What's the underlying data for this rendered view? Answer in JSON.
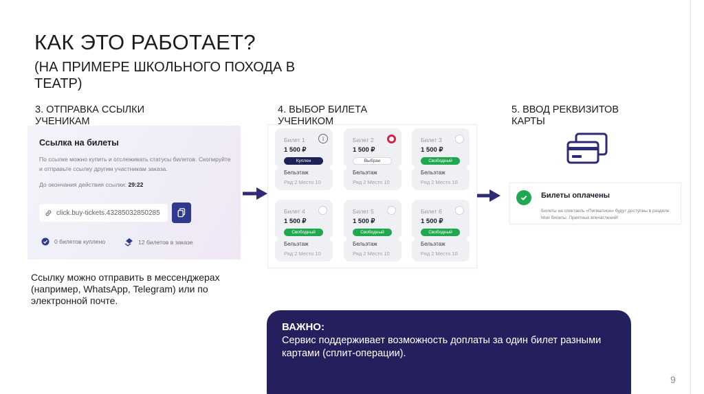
{
  "slide": {
    "title": "КАК ЭТО РАБОТАЕТ?",
    "subtitle": "(НА ПРИМЕРЕ ШКОЛЬНОГО ПОХОДА В ТЕАТР)",
    "page_number": "9"
  },
  "steps": {
    "step3": "3. ОТПРАВКА ССЫЛКИ УЧЕНИКАМ",
    "step4": "4. ВЫБОР БИЛЕТА УЧЕНИКОМ",
    "step5": "5. ВВОД РЕКВИЗИТОВ КАРТЫ"
  },
  "link_card": {
    "title": "Ссылка на билеты",
    "description": "По ссылке можно купить и отслеживать статусы билетов. Скопируйте и отправьте ссылку другим участникам заказа.",
    "timer_label": "До окончания действия ссылки:",
    "timer_value": "29:22",
    "url": "click.buy-tickets.43285032850285",
    "stat_bought": "0 билетов куплено",
    "stat_in_order": "12 билетов в заказе"
  },
  "caption": "Ссылку можно отправить в мессенджерах (например, WhatsApp, Telegram) или по электронной почте.",
  "tickets": [
    {
      "name": "Билет 1",
      "price": "1 500 ₽",
      "status": "Куплен",
      "sector": "Бельэтаж",
      "seat": "Ряд 2   Место 10"
    },
    {
      "name": "Билет 2",
      "price": "1 500 ₽",
      "status": "Выбран",
      "sector": "Бельэтаж",
      "seat": "Ряд 2   Место 10"
    },
    {
      "name": "Билет 3",
      "price": "1 500 ₽",
      "status": "Свободный",
      "sector": "Бельэтаж",
      "seat": "Ряд 2   Место 10"
    },
    {
      "name": "Билет 4",
      "price": "1 500 ₽",
      "status": "Свободный",
      "sector": "Бельэтаж",
      "seat": "Ряд 2   Место 10"
    },
    {
      "name": "Билет 5",
      "price": "1 500 ₽",
      "status": "Свободный",
      "sector": "Бельэтаж",
      "seat": "Ряд 2   Место 10"
    },
    {
      "name": "Билет 6",
      "price": "1 500 ₽",
      "status": "Свободный",
      "sector": "Бельэтаж",
      "seat": "Ряд 2   Место 10"
    }
  ],
  "paid": {
    "title": "Билеты оплачены",
    "description": "Билеты на спектакль «Пигмалион» будут доступны в разделе Мои билеты. Приятных впечатлений!"
  },
  "important": {
    "heading": "ВАЖНО:",
    "text": "Сервис поддерживает возможность доплаты за один билет разными картами (сплит-операции)."
  },
  "colors": {
    "accent_navy": "#23205d",
    "button_blue": "#2f3a8f",
    "status_green": "#1fa84f",
    "selected_red": "#d81e4b"
  }
}
